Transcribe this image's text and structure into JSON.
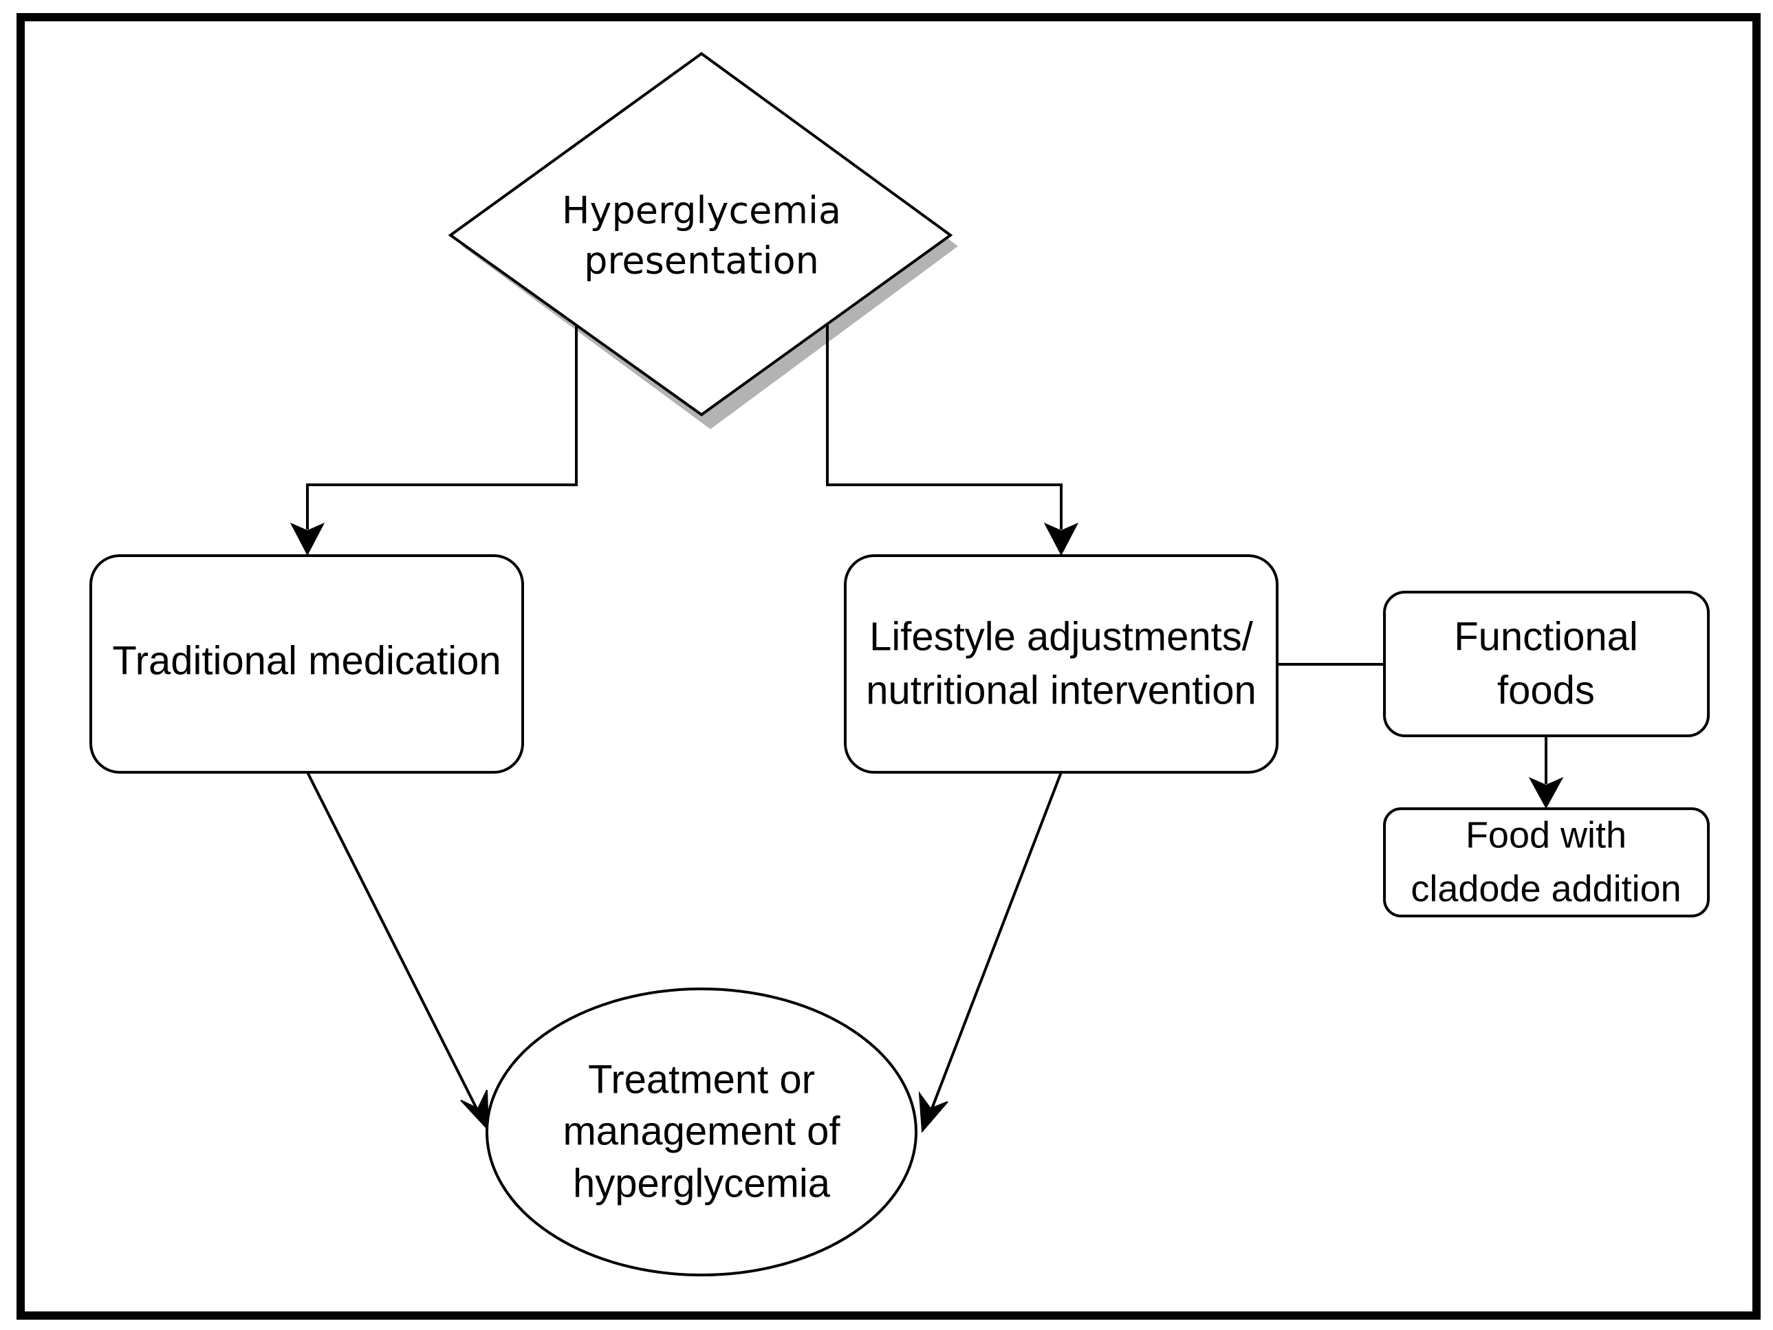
{
  "diagram": {
    "decision": {
      "line1": "Hyperglycemia",
      "line2": "presentation"
    },
    "traditional": {
      "label": "Traditional medication"
    },
    "lifestyle": {
      "line1": "Lifestyle adjustments/",
      "line2": "nutritional intervention"
    },
    "functional": {
      "line1": "Functional",
      "line2": "foods"
    },
    "cladode": {
      "line1": "Food with",
      "line2": "cladode addition"
    },
    "treatment": {
      "line1": "Treatment or",
      "line2": "management of",
      "line3": "hyperglycemia"
    }
  },
  "colors": {
    "stroke": "#000000",
    "fill": "#ffffff",
    "shadow": "#b3b3b3"
  }
}
